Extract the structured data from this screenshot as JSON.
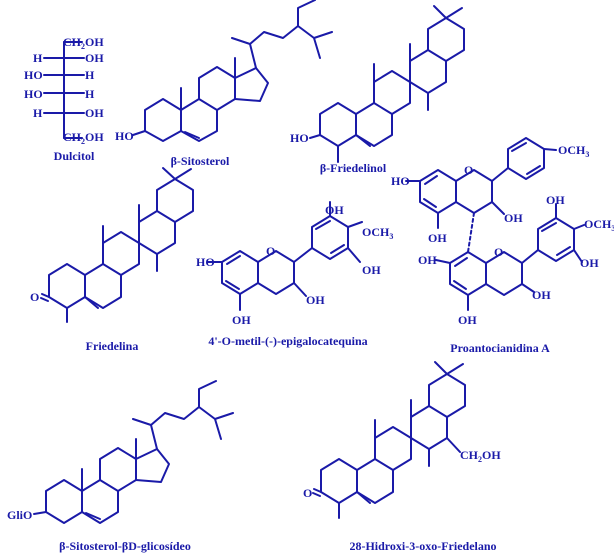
{
  "compounds": [
    {
      "key": "dulcitol",
      "name": "Dulcitol"
    },
    {
      "key": "sitosterol",
      "name": "β-Sitosterol"
    },
    {
      "key": "friedelinol",
      "name": "β-Friedelinol"
    },
    {
      "key": "friedelina",
      "name": "Friedelina"
    },
    {
      "key": "epigalocatequina",
      "name": "4'-O-metil-(-)-epigalocatequina"
    },
    {
      "key": "proantocianidina",
      "name": "Proantocianidina A"
    },
    {
      "key": "sitosterol_glicosideo",
      "name": "β-Sitosterol-βD-glicosídeo"
    },
    {
      "key": "hidroxi_friedelano",
      "name": "28-Hidroxi-3-oxo-Friedelano"
    }
  ],
  "labels": {
    "ch2oh": "CH2OH",
    "h": "H",
    "oh": "OH",
    "ho": "HO",
    "och3": "OCH3",
    "o": "O",
    "glio": "GliO"
  },
  "colors": {
    "ink": "#1a1aa8",
    "background": "#ffffff"
  }
}
